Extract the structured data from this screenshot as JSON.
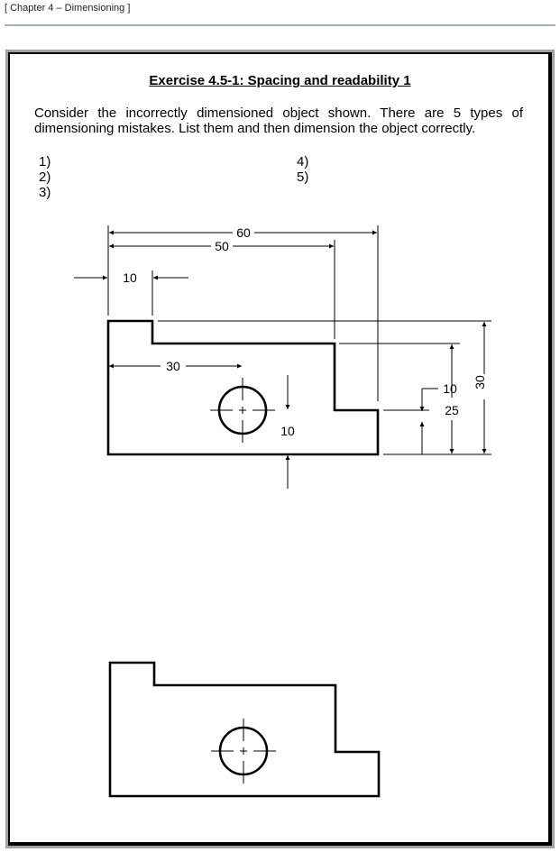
{
  "header": {
    "chapter": "[ Chapter 4 – Dimensioning ]"
  },
  "exercise": {
    "title": "Exercise 4.5-1: Spacing and readability 1",
    "intro": "Consider the incorrectly dimensioned object shown.  There are 5 types of dimensioning mistakes.  List them and then dimension the object correctly.",
    "answers": [
      "1)",
      "2)",
      "3)",
      "4)",
      "5)"
    ]
  },
  "drawing": {
    "dims": {
      "top_60": "60",
      "top_50": "50",
      "left_10": "10",
      "inner_30": "30",
      "hole_10": "10",
      "right_10": "10",
      "right_25": "25",
      "right_30": "30"
    }
  }
}
